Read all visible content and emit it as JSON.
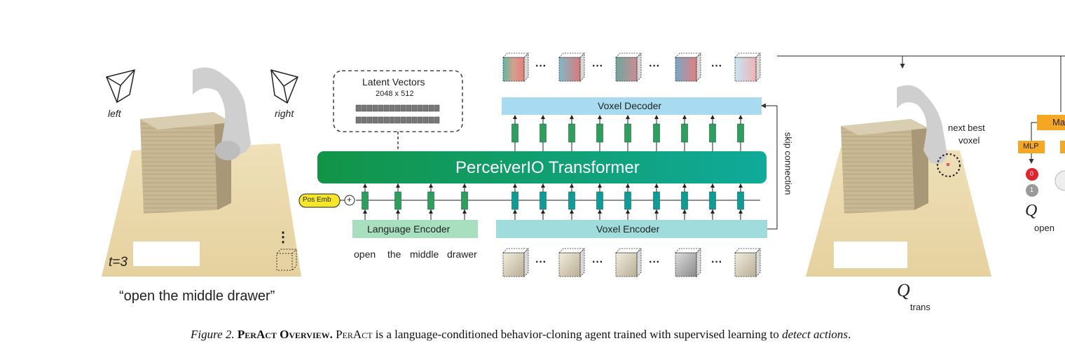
{
  "left_panel": {
    "camera_left_label": "left",
    "camera_right_label": "right",
    "timestep_label": "t=3",
    "instruction_quote": "“open the middle drawer”",
    "ellipsis": "⋮"
  },
  "latent": {
    "title": "Latent Vectors",
    "dims": "2048 x 512"
  },
  "transformer": {
    "label": "PerceiverIO Transformer"
  },
  "voxel_decoder": {
    "label": "Voxel Decoder"
  },
  "voxel_encoder": {
    "label": "Voxel Encoder"
  },
  "language_encoder": {
    "label": "Language Encoder"
  },
  "pos_emb": {
    "label": "Pos Emb",
    "plus": "+"
  },
  "instruction_tokens": [
    "open",
    "the",
    "middle",
    "drawer"
  ],
  "skip_connection": {
    "label": "skip connection"
  },
  "dots": "···",
  "right_panel": {
    "next_best_voxel": [
      "next best",
      "voxel"
    ],
    "mlp_label": "MLP",
    "max_label": "Ma",
    "open_state_values": [
      "0",
      "1"
    ],
    "q_symbol": "Q",
    "q_open_sub": "open",
    "q_trans_sub": "trans"
  },
  "caption": {
    "figure_label": "Figure 2.",
    "title": "PerAct Overview.",
    "body_prefix": "PerAct",
    "body": " is a language-conditioned behavior-cloning agent trained with supervised learning to ",
    "body_emph": "detect actions",
    "end": "."
  },
  "colors": {
    "transformer_green_start": "#129447",
    "transformer_green_end": "#0faa9a",
    "token_green": "#2e9e5c",
    "token_teal": "#0e9c99",
    "decoder_blue": "#a9dbf0",
    "encoder_teal": "#a0dcdc",
    "language_green": "#a7dfbf",
    "pos_emb_yellow": "#f6e62a",
    "mlp_orange": "#f5a623",
    "voxel_floor": "#e8d6a8"
  }
}
